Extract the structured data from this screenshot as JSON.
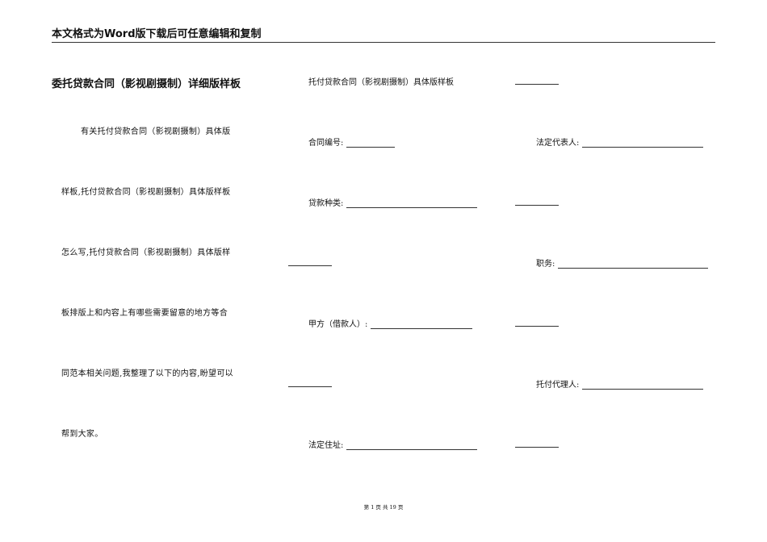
{
  "header": {
    "text": "本文格式为Word版下载后可任意编辑和复制"
  },
  "title": "委托贷款合同（影视剧摄制）详细版样板",
  "left_paragraph": [
    "有关托付贷款合同（影视剧摄制）具体版",
    "样板,托付贷款合同（影视剧摄制）具体版样板",
    "怎么写,托付贷款合同（影视剧摄制）具体版样",
    "板排版上和内容上有哪些需要留意的地方等合",
    "同范本相关问题,我整理了以下的内容,盼望可以",
    "帮到大家。"
  ],
  "form": {
    "row1_label": "托付贷款合同（影视剧摄制）具体版样板",
    "contract_no_label": "合同编号:",
    "legal_rep_label": "法定代表人:",
    "loan_type_label": "贷款种类:",
    "position_label": "职务:",
    "party_a_label": "甲方（借款人）:",
    "agent_label": "托付代理人:",
    "address_label": "法定住址:"
  },
  "footer": {
    "text": "第 1 页 共 19 页"
  }
}
